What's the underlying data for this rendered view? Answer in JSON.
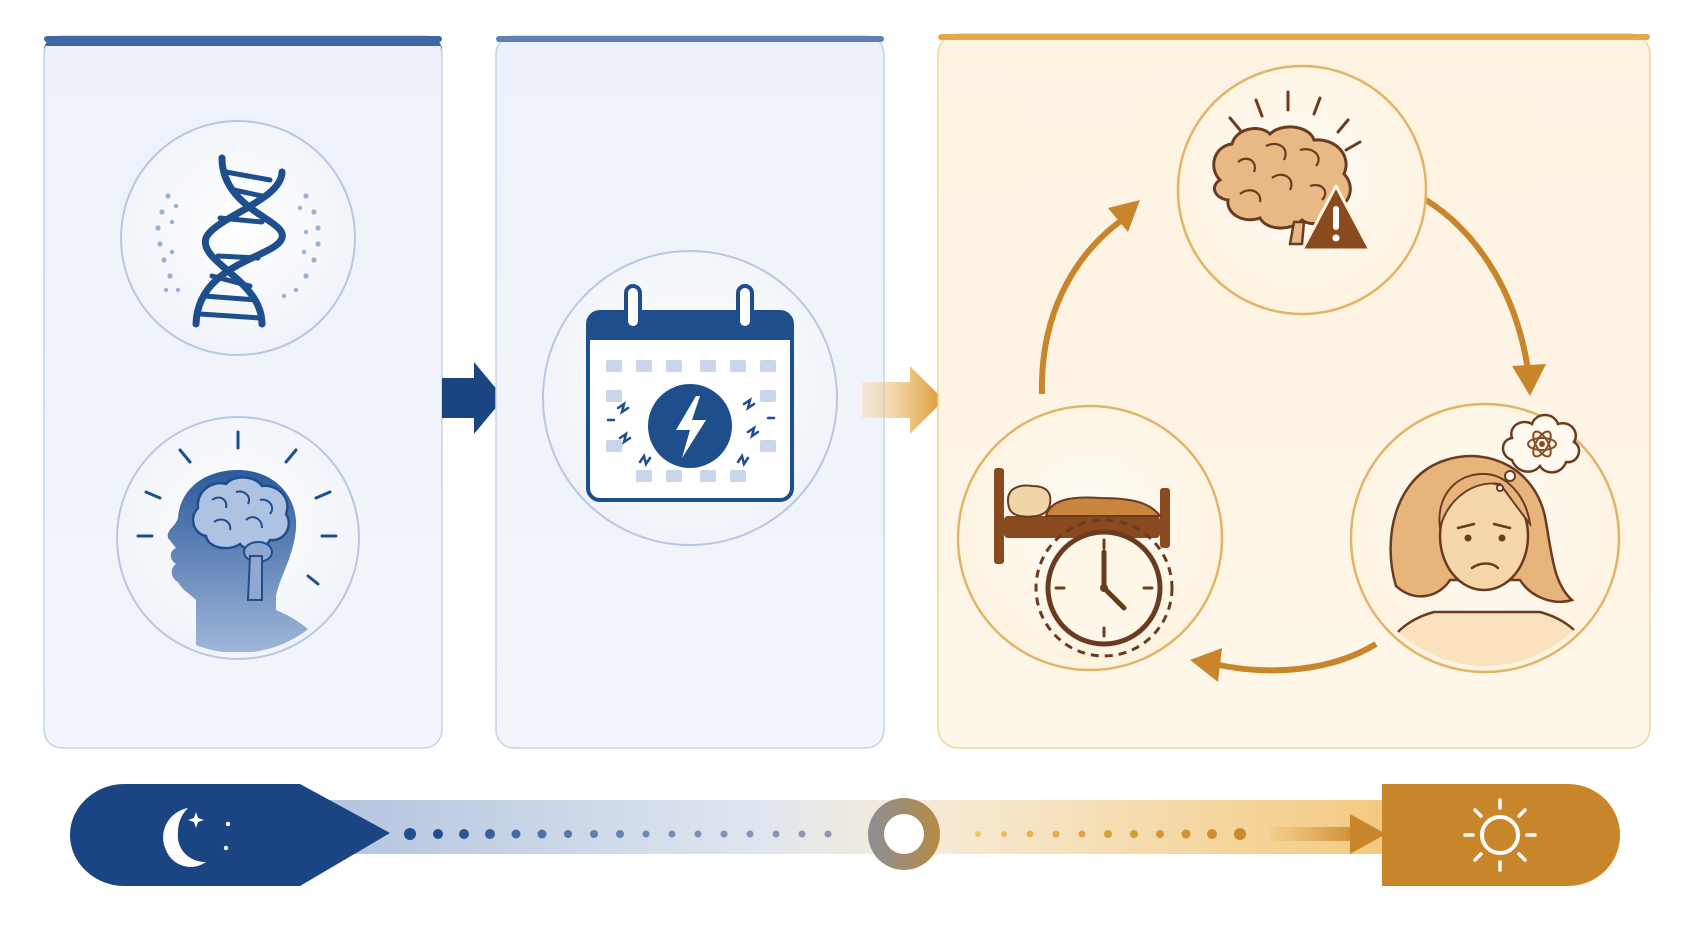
{
  "colors": {
    "navy": "#1e4e8c",
    "navy_dark": "#1a4482",
    "blue_light": "#eef3fb",
    "blue_border": "#b9c8e4",
    "gold": "#d9962c",
    "gold_dark": "#c9852a",
    "brown": "#6b3b1f",
    "cream": "#fdf3e0",
    "cream_border": "#efcf92"
  },
  "panels": [
    {
      "id": "predisposition",
      "icons": [
        "dna-icon",
        "head-brain-icon"
      ],
      "theme": "blue"
    },
    {
      "id": "trigger",
      "icons": [
        "calendar-lightning-icon"
      ],
      "theme": "blue"
    },
    {
      "id": "cycle",
      "icons": [
        "brain-warning-icon",
        "worried-person-icon",
        "bed-clock-icon"
      ],
      "theme": "gold"
    }
  ],
  "timeline": {
    "start_icons": [
      "moon-icon",
      "star-icon"
    ],
    "end_icon": "sun-icon"
  }
}
